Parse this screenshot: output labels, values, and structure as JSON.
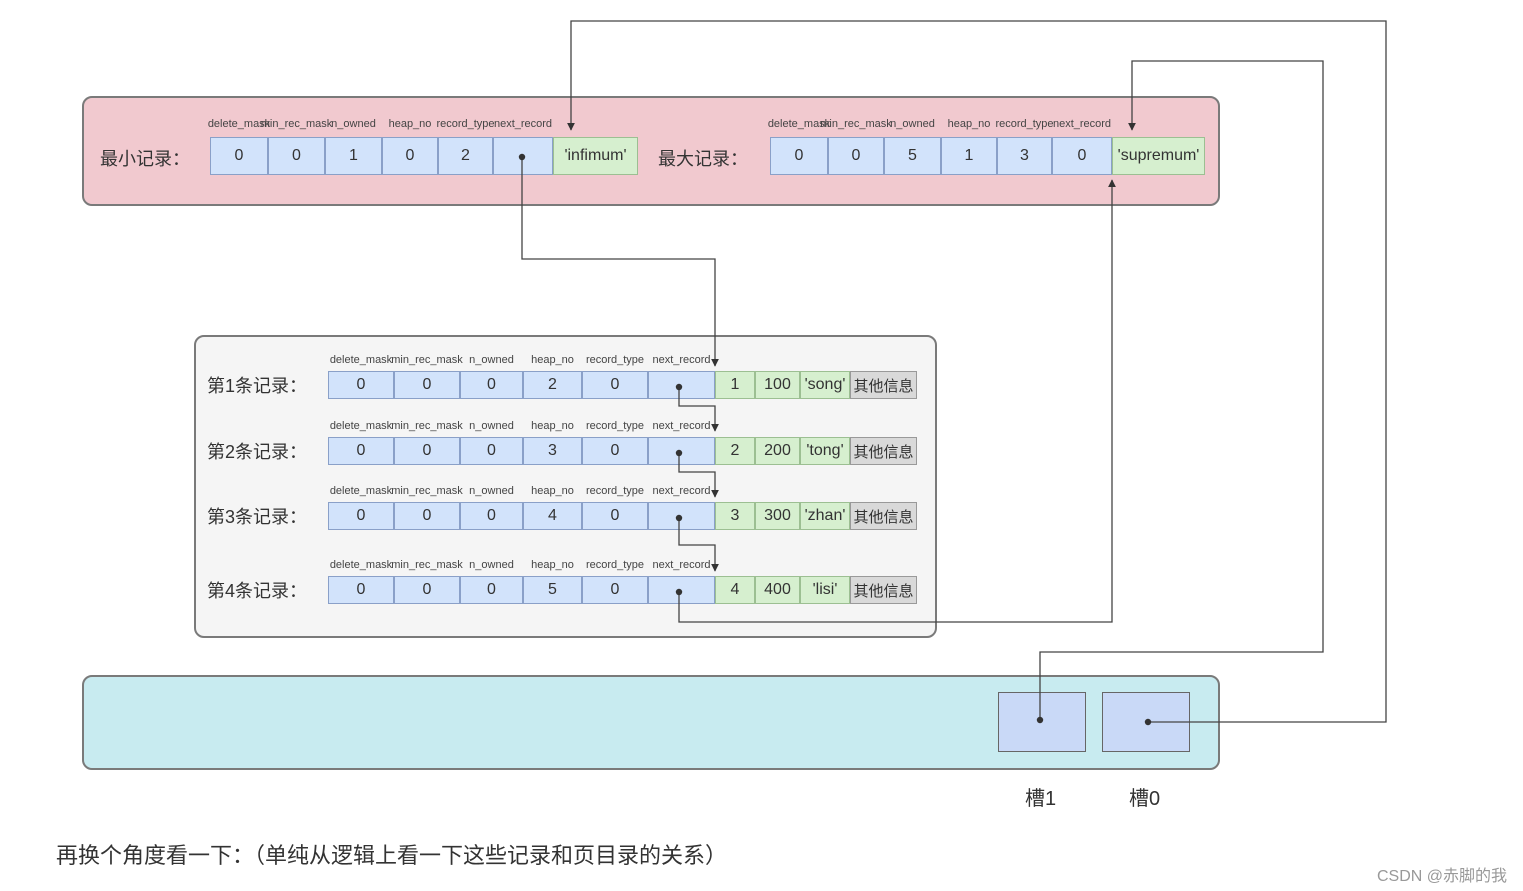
{
  "header_fields": [
    "delete_mask",
    "min_rec_mask",
    "n_owned",
    "heap_no",
    "record_type",
    "next_record"
  ],
  "infimum": {
    "label": "最小记录：",
    "values": [
      "0",
      "0",
      "1",
      "0",
      "2",
      ""
    ],
    "name": "'infimum'"
  },
  "supremum": {
    "label": "最大记录：",
    "values": [
      "0",
      "0",
      "5",
      "1",
      "3",
      "0"
    ],
    "name": "'supremum'"
  },
  "records": [
    {
      "label": "第1条记录：",
      "values": [
        "0",
        "0",
        "0",
        "2",
        "0",
        ""
      ],
      "data": [
        "1",
        "100",
        "'song'",
        "其他信息"
      ]
    },
    {
      "label": "第2条记录：",
      "values": [
        "0",
        "0",
        "0",
        "3",
        "0",
        ""
      ],
      "data": [
        "2",
        "200",
        "'tong'",
        "其他信息"
      ]
    },
    {
      "label": "第3条记录：",
      "values": [
        "0",
        "0",
        "0",
        "4",
        "0",
        ""
      ],
      "data": [
        "3",
        "300",
        "'zhan'",
        "其他信息"
      ]
    },
    {
      "label": "第4条记录：",
      "values": [
        "0",
        "0",
        "0",
        "5",
        "0",
        ""
      ],
      "data": [
        "4",
        "400",
        "'lisi'",
        "其他信息"
      ]
    }
  ],
  "slots": [
    "槽1",
    "槽0"
  ],
  "caption": "再换个角度看一下：（单纯从逻辑上看一下这些记录和页目录的关系）",
  "watermark": "CSDN @赤脚的我"
}
